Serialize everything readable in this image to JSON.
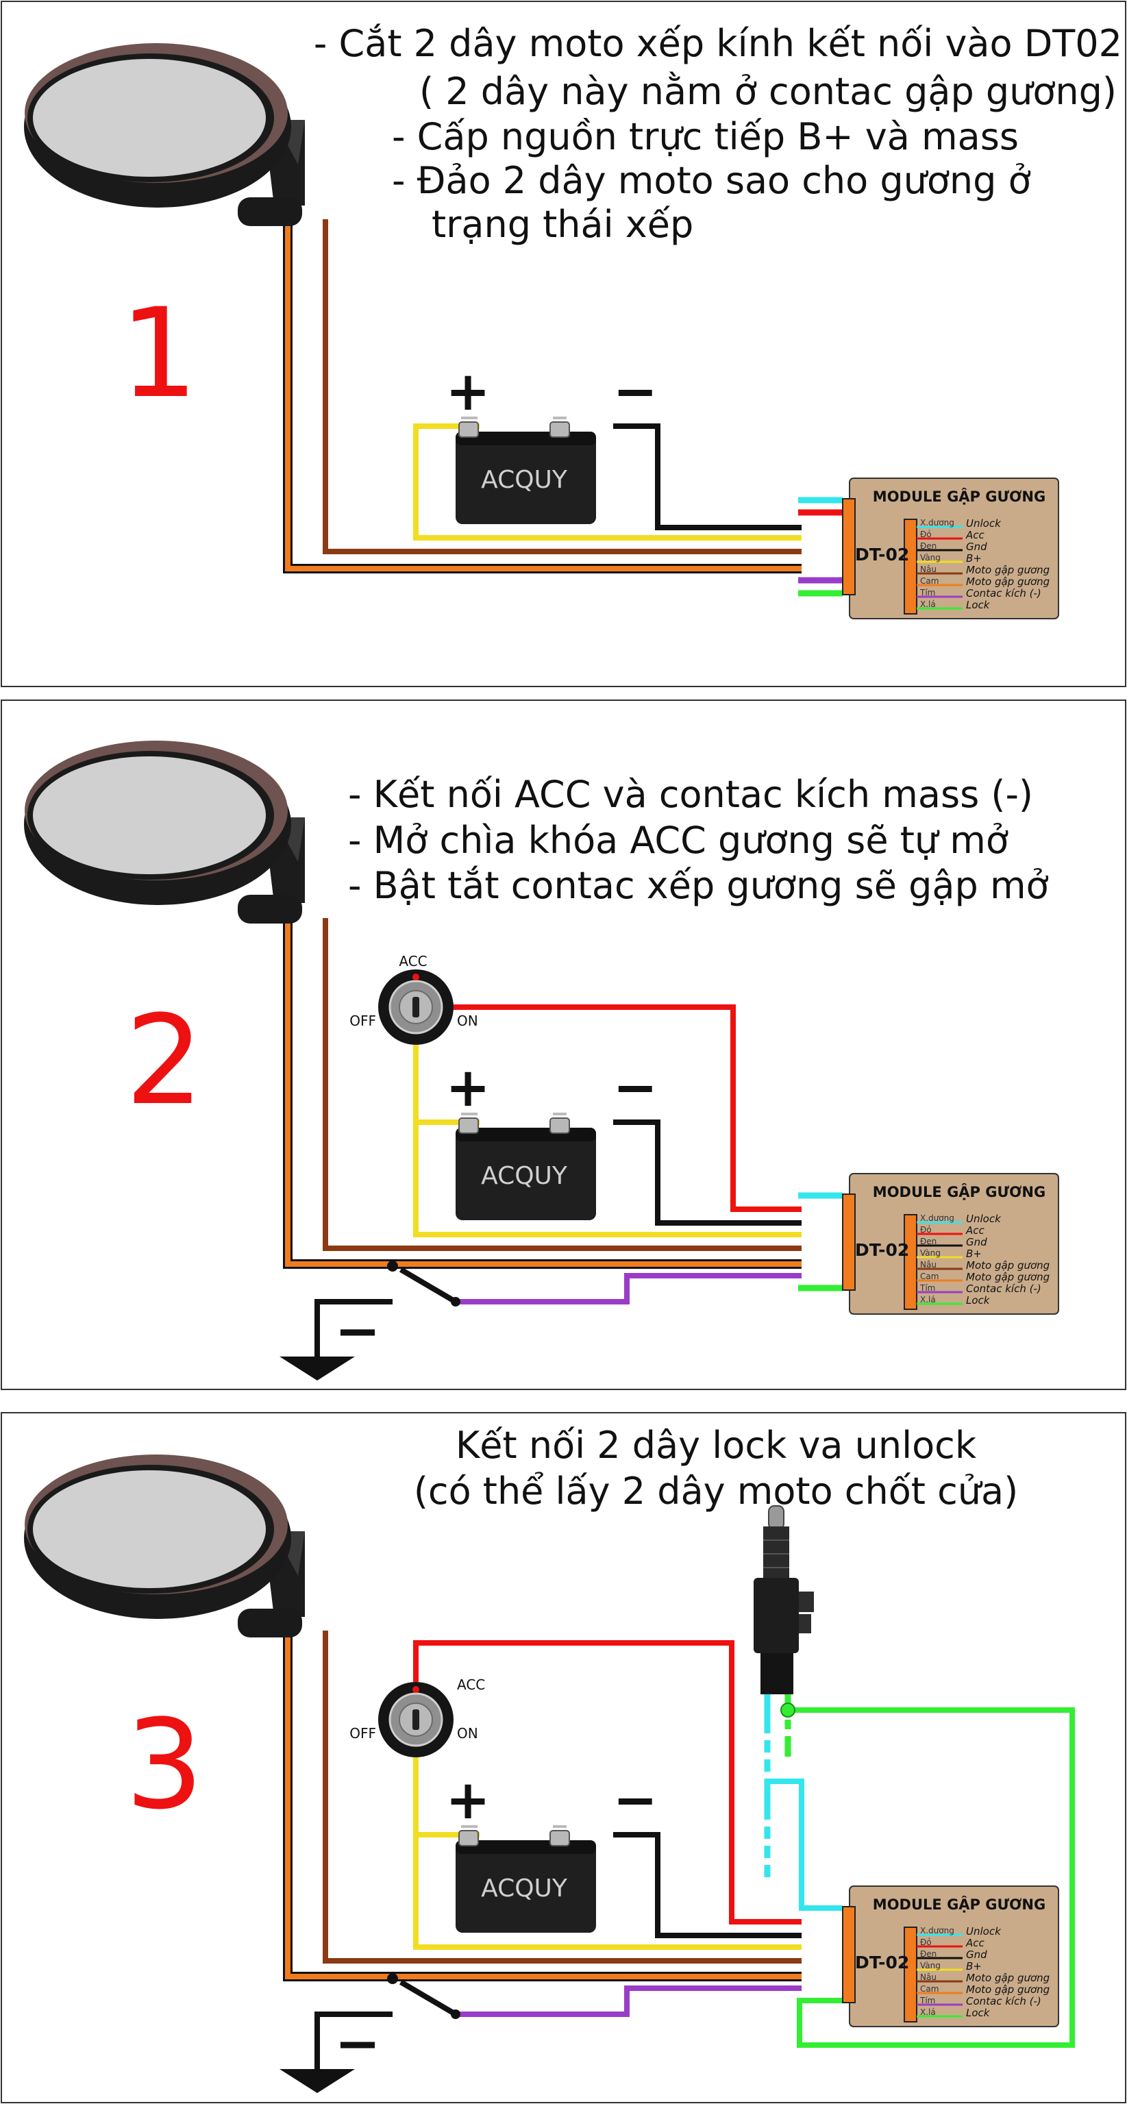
{
  "panel1": {
    "number": "1",
    "notes": [
      "- Cắt 2 dây moto xếp kính kết nối vào DT02",
      "( 2 dây này nằm ở contac gập gương)",
      "- Cấp nguồn trực tiếp B+ và mass",
      "- Đảo 2 dây moto sao cho gương ở",
      "trạng thái xếp"
    ]
  },
  "panel2": {
    "number": "2",
    "notes": [
      "- Kết nối ACC và contac kích mass (-)",
      "- Mở chìa khóa ACC gương sẽ tự mở",
      "- Bật tắt contac xếp gương sẽ gập mở"
    ]
  },
  "panel3": {
    "number": "3",
    "notes": [
      "Kết nối 2 dây lock va unlock",
      "(có thể lấy 2 dây moto chốt cửa)"
    ]
  },
  "module": {
    "title": "MODULE GẬP GƯƠNG",
    "label": "DT-02",
    "pins": [
      {
        "color_name": "X.dương",
        "function": "Unlock",
        "color": "#33e6ee"
      },
      {
        "color_name": "Đỏ",
        "function": "Acc",
        "color": "#ee1111"
      },
      {
        "color_name": "Đen",
        "function": "Gnd",
        "color": "#111111"
      },
      {
        "color_name": "Vàng",
        "function": "B+",
        "color": "#f2dd22"
      },
      {
        "color_name": "Nâu",
        "function": "Moto gập gương",
        "color": "#8b3a12"
      },
      {
        "color_name": "Cam",
        "function": "Moto gập gương",
        "color": "#f07c1e"
      },
      {
        "color_name": "Tím",
        "function": "Contac kích (-)",
        "color": "#9a3cc8"
      },
      {
        "color_name": "X.lá",
        "function": "Lock",
        "color": "#33ee33"
      }
    ]
  },
  "battery": {
    "label": "ACQUY",
    "plus": "+",
    "minus": "−"
  },
  "key_switch": {
    "top": "ACC",
    "left": "OFF",
    "right": "ON"
  },
  "ground_sign": "−",
  "colors": {
    "red": "#ee1111",
    "yellow": "#f2dd22",
    "black": "#111111",
    "brown": "#8b3a12",
    "orange": "#f07c1e",
    "purple": "#9a3cc8",
    "green": "#33ee33",
    "cyan": "#33e6ee",
    "module_body": "#c9ab8a",
    "connector": "#f07c1e"
  },
  "icons": [
    "side-mirror-icon",
    "battery-icon",
    "key-switch-icon",
    "ground-icon",
    "door-actuator-icon"
  ]
}
